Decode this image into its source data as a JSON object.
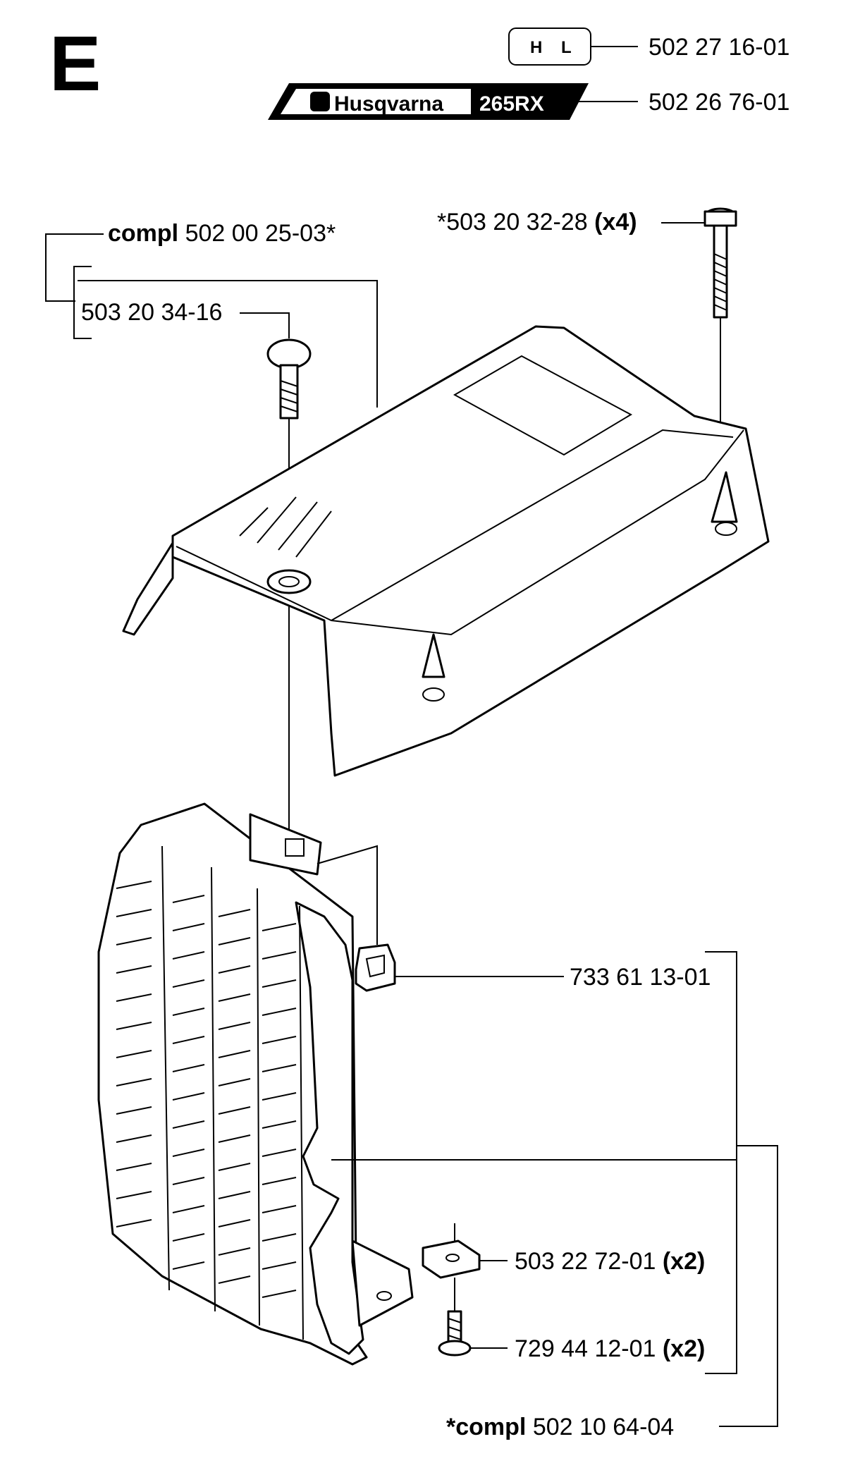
{
  "section": "E",
  "decals": {
    "hl": {
      "text": "H L",
      "part_no": "502 27 16-01"
    },
    "husqvarna": {
      "brand": "Husqvarna",
      "model": "265RX",
      "part_no": "502 26 76-01"
    }
  },
  "callouts": {
    "cover_compl": {
      "prefix": "compl",
      "number": "502 00 25-03*"
    },
    "cover_screw": {
      "number": "503 20 34-16"
    },
    "bolt": {
      "number": "*503 20 32-28",
      "qty": "(x4)"
    },
    "clip": {
      "number": "733 61 13-01"
    },
    "nut_clip": {
      "number": "503 22 72-01",
      "qty": "(x2)"
    },
    "screw": {
      "number": "729 44 12-01",
      "qty": "(x2)"
    },
    "muffler_compl": {
      "prefix": "*compl",
      "number": "502 10 64-04"
    }
  },
  "colors": {
    "ink": "#000000",
    "paper": "#ffffff"
  }
}
